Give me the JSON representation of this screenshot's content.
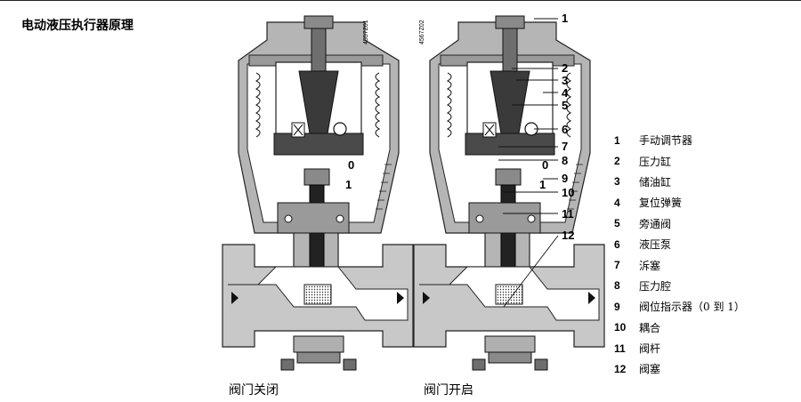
{
  "title": "电动液压执行器原理",
  "captions": {
    "closed": "阀门关闭",
    "open": "阀门开启"
  },
  "drawing_codes": {
    "left": "4557Z01",
    "right": "4567Z02"
  },
  "scale_labels": {
    "zero": "0",
    "one": "1"
  },
  "callout_numbers": [
    "1",
    "2",
    "3",
    "4",
    "5",
    "6",
    "7",
    "8",
    "9",
    "10",
    "11",
    "12"
  ],
  "legend": [
    {
      "num": "1",
      "text": "手动调节器"
    },
    {
      "num": "2",
      "text": "压力缸"
    },
    {
      "num": "3",
      "text": "储油缸"
    },
    {
      "num": "4",
      "text": "复位弹簧"
    },
    {
      "num": "5",
      "text": "旁通阀"
    },
    {
      "num": "6",
      "text": "液压泵"
    },
    {
      "num": "7",
      "text": "泝塞"
    },
    {
      "num": "8",
      "text": "压力腔"
    },
    {
      "num": "9",
      "text": "阀位指示器（0 到 1）"
    },
    {
      "num": "10",
      "text": "耦合"
    },
    {
      "num": "11",
      "text": "阀杆"
    },
    {
      "num": "12",
      "text": "阀塞"
    }
  ]
}
